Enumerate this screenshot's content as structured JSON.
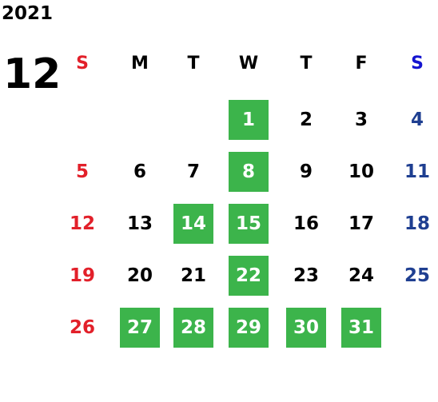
{
  "year": "2021",
  "month": "12",
  "colors": {
    "sunday": "#e2202a",
    "saturday_header": "#1414d0",
    "saturday": "#1f3f91",
    "weekday": "#000000",
    "highlight_bg": "#3cb44b",
    "highlight_text": "#ffffff"
  },
  "weekdays": [
    "S",
    "M",
    "T",
    "W",
    "T",
    "F",
    "S"
  ],
  "weeks": [
    [
      null,
      null,
      null,
      1,
      2,
      3,
      4
    ],
    [
      5,
      6,
      7,
      8,
      9,
      10,
      11
    ],
    [
      12,
      13,
      14,
      15,
      16,
      17,
      18
    ],
    [
      19,
      20,
      21,
      22,
      23,
      24,
      25
    ],
    [
      26,
      27,
      28,
      29,
      30,
      31,
      null
    ]
  ],
  "highlighted_days": [
    1,
    8,
    14,
    15,
    22,
    27,
    28,
    29,
    30,
    31
  ]
}
